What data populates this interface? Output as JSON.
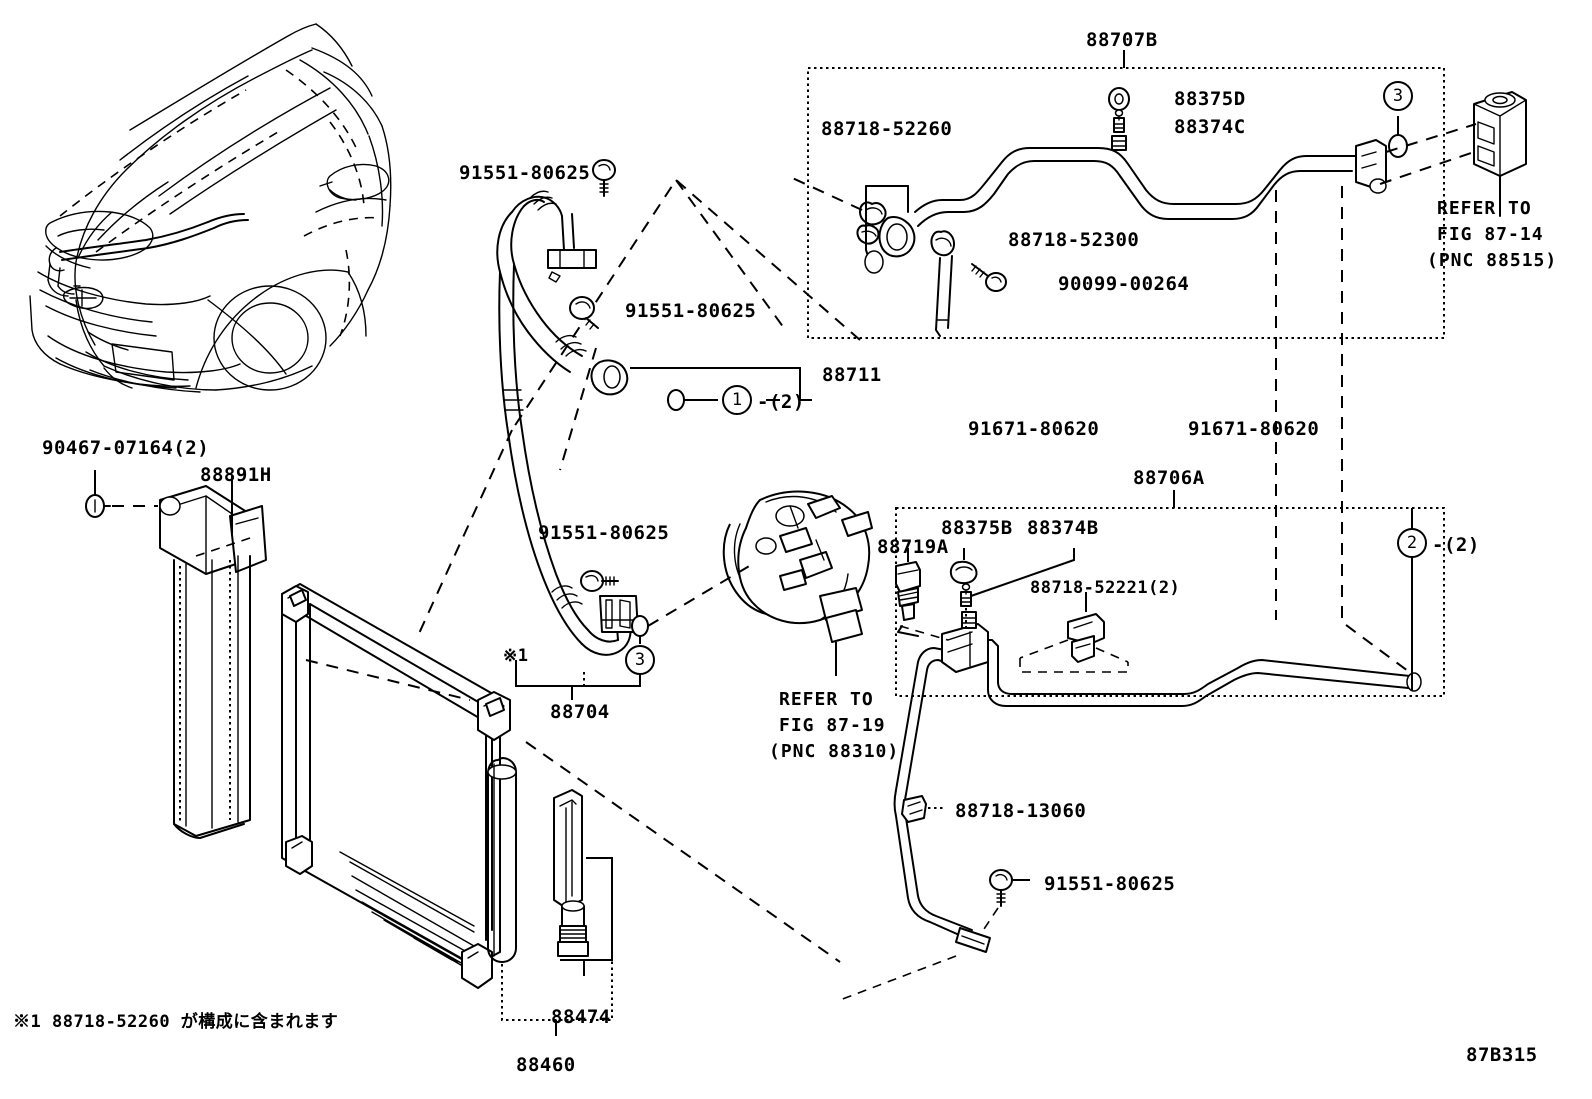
{
  "diagram": {
    "figure_id": "87B315",
    "note": "※1 88718-52260 が構成に含まれます",
    "groups": {
      "g88707B": "88707B",
      "g88706A": "88706A",
      "g88711": "88711",
      "g88704": "88704",
      "g88460": "88460",
      "g88474": "88474"
    },
    "refs": [
      {
        "line1": "REFER TO",
        "line2": "FIG 87-14",
        "line3": "(PNC 88515)"
      },
      {
        "line1": "REFER TO",
        "line2": "FIG 87-19",
        "line3": "(PNC 88310)"
      }
    ],
    "callouts": [
      {
        "num": "3",
        "qty": ""
      },
      {
        "num": "1",
        "qty": "-(2)"
      },
      {
        "num": "3",
        "qty": ""
      },
      {
        "num": "2",
        "qty": "-(2)"
      }
    ],
    "parts": [
      {
        "id": "p1",
        "code": "88707B"
      },
      {
        "id": "p2",
        "code": "88375D"
      },
      {
        "id": "p3",
        "code": "88374C"
      },
      {
        "id": "p4",
        "code": "88718-52260"
      },
      {
        "id": "p5",
        "code": "88718-52300"
      },
      {
        "id": "p6",
        "code": "90099-00264"
      },
      {
        "id": "p7",
        "code": "91551-80625"
      },
      {
        "id": "p8",
        "code": "91551-80625"
      },
      {
        "id": "p9",
        "code": "91551-80625"
      },
      {
        "id": "p10",
        "code": "88711"
      },
      {
        "id": "p11",
        "code": "91671-80620"
      },
      {
        "id": "p12",
        "code": "91671-80620"
      },
      {
        "id": "p13",
        "code": "90467-07164(2)"
      },
      {
        "id": "p14",
        "code": "88891H"
      },
      {
        "id": "p15",
        "code": "88704"
      },
      {
        "id": "p16",
        "code": "88706A"
      },
      {
        "id": "p17",
        "code": "88719A"
      },
      {
        "id": "p18",
        "code": "88375B"
      },
      {
        "id": "p19",
        "code": "88374B"
      },
      {
        "id": "p20",
        "code": "88718-52221(2)"
      },
      {
        "id": "p21",
        "code": "88718-13060"
      },
      {
        "id": "p22",
        "code": "91551-80625"
      },
      {
        "id": "p23",
        "code": "88474"
      },
      {
        "id": "p24",
        "code": "88460"
      }
    ],
    "markers": {
      "star1_a": "※1",
      "star1_b": "※1"
    }
  }
}
